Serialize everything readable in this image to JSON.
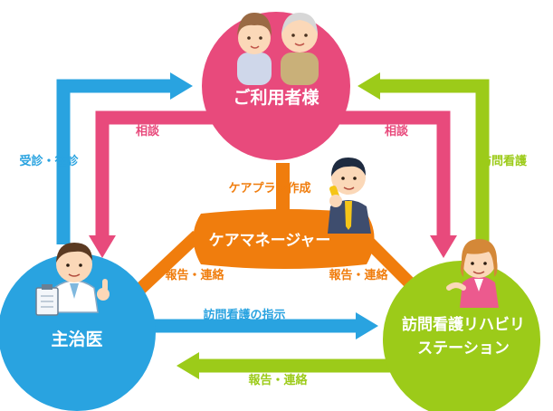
{
  "nodes": {
    "user": {
      "label": "ご利用者様",
      "color": "#e84a7c"
    },
    "doctor": {
      "label": "主治医",
      "color": "#29a3e0"
    },
    "station": {
      "line1": "訪問看護リハビリ",
      "line2": "ステーション",
      "color": "#9ccb19"
    },
    "care_manager": {
      "label": "ケアマネージャー",
      "color": "#f07d0d"
    }
  },
  "edges": {
    "doctor_consult_user": "受診・往診",
    "user_consult_doctor": "相談",
    "user_consult_station": "相談",
    "station_visit_user": "訪問看護",
    "care_plan": "ケアプラン作成",
    "doctor_report_cm": "報告・連絡",
    "station_report_cm": "報告・連絡",
    "doctor_instruction": "訪問看護の指示",
    "station_report_doctor": "報告・連絡"
  },
  "icons": {
    "user": "elderly-couple-icon",
    "doctor": "doctor-icon",
    "station": "nurse-icon",
    "care_manager": "businessman-phone-icon"
  }
}
